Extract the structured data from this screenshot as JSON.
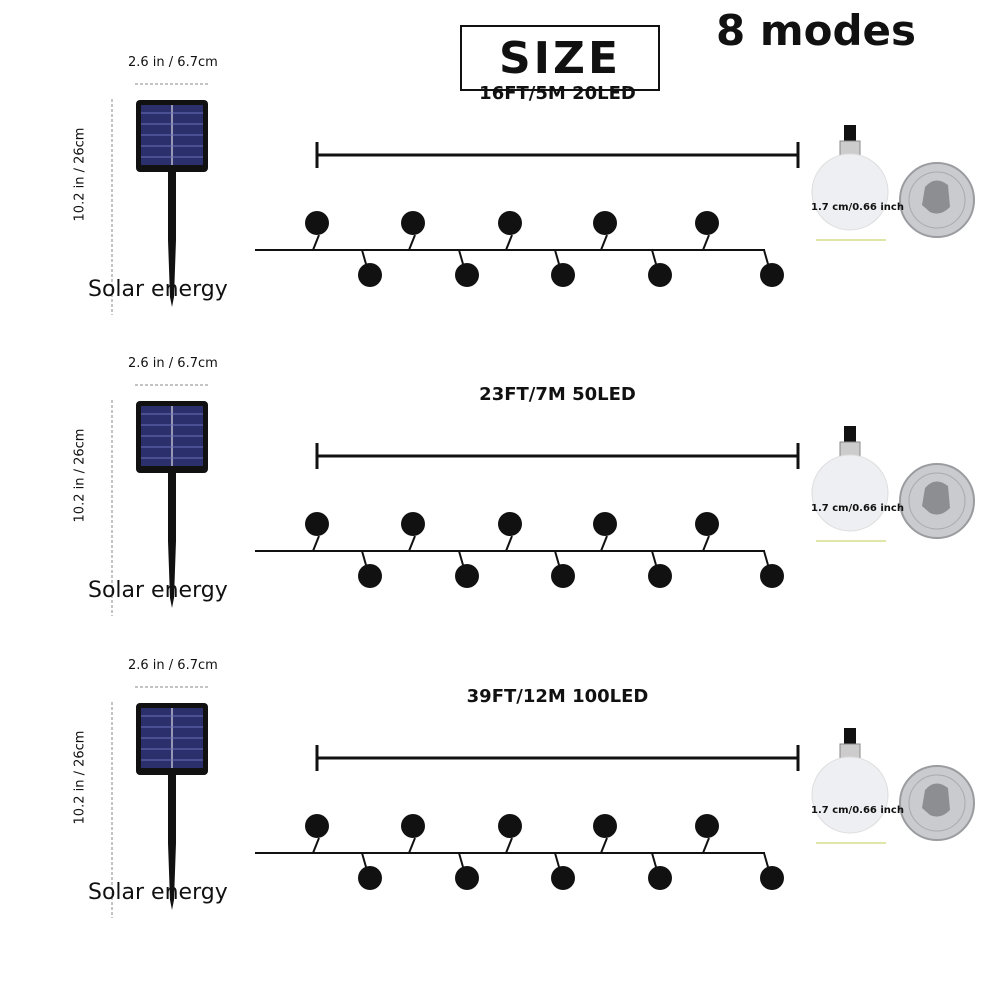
{
  "header": {
    "title": "SIZE",
    "modes": "8 modes"
  },
  "panels": [
    {
      "width_label": "2.6 in / 6.7cm",
      "height_label": "10.2 in / 26cm",
      "solar_label": "Solar energy",
      "length_label": "16FT/5M 20LED",
      "bulb_caption": "1.7 cm/0.66 inch"
    },
    {
      "width_label": "2.6 in / 6.7cm",
      "height_label": "10.2 in / 26cm",
      "solar_label": "Solar energy",
      "length_label": "23FT/7M 50LED",
      "bulb_caption": "1.7 cm/0.66 inch"
    },
    {
      "width_label": "2.6 in / 6.7cm",
      "height_label": "10.2 in / 26cm",
      "solar_label": "Solar energy",
      "length_label": "39FT/12M 100LED",
      "bulb_caption": "1.7 cm/0.66 inch"
    }
  ],
  "colors": {
    "bulb": "#111111",
    "panel_cell": "#2b2f6b"
  }
}
